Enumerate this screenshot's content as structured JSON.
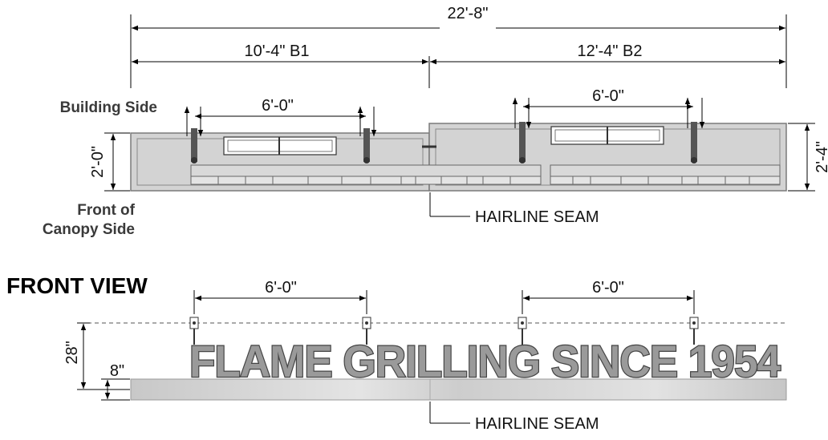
{
  "colors": {
    "canopy_fill": "#d3d3d3",
    "canopy_stroke": "#7a7a7a",
    "line": "#000000",
    "sign_fill": "#9a9a9a",
    "sign_stroke": "#444444",
    "base_fill": "#cfcfcf"
  },
  "top_view": {
    "overall_width": "22'-8\"",
    "b1_width": "10'-4\" B1",
    "b2_width": "12'-4\" B2",
    "b1_spacing": "6'-0\"",
    "b2_spacing": "6'-0\"",
    "left_depth": "2'-0\"",
    "right_depth": "2'-4\"",
    "building_side": "Building Side",
    "front_side_line1": "Front of",
    "front_side_line2": "Canopy Side",
    "seam_note": "HAIRLINE SEAM"
  },
  "front_view": {
    "title": "FRONT VIEW",
    "left_spacing": "6'-0\"",
    "right_spacing": "6'-0\"",
    "overall_height": "28\"",
    "base_height": "8\"",
    "sign_text": "FLAME GRILLING SINCE 1954",
    "seam_note": "HAIRLINE SEAM"
  }
}
